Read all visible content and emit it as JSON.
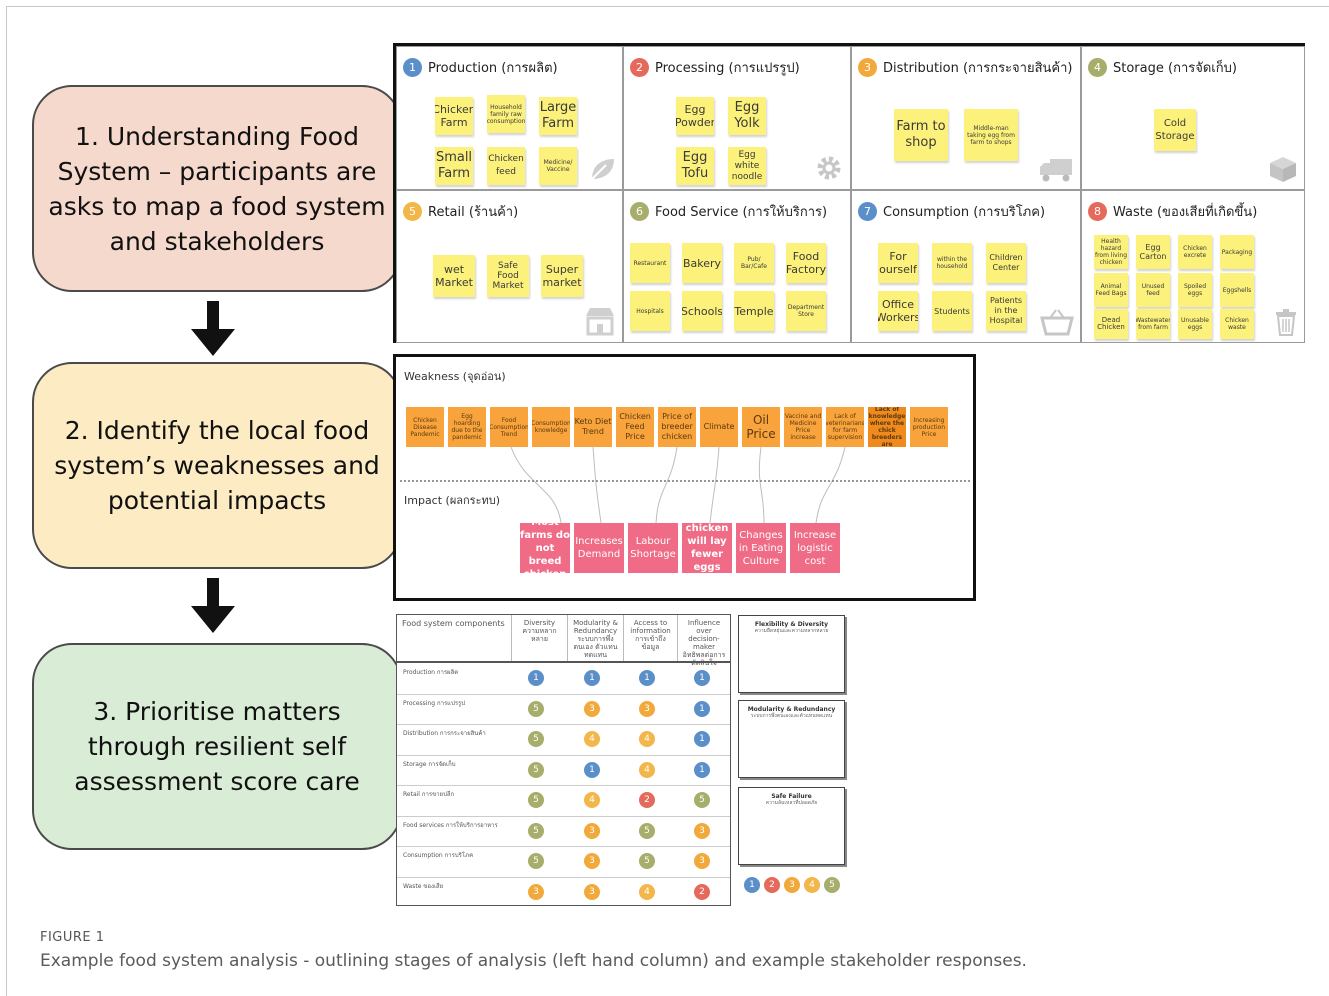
{
  "steps": [
    {
      "text": "1.   Understanding Food System – participants are asks to map a food system and stakeholders"
    },
    {
      "text": "2. Identify the local food system’s weaknesses and potential impacts"
    },
    {
      "text": "3. Prioritise matters through resilient self assessment score care"
    }
  ],
  "grid_cells": [
    {
      "title": "Production (การผลิต)",
      "num": "1",
      "color": "#5b8fc9",
      "icon": "leaf-icon",
      "notes": [
        "Chicken Farm",
        "Household family raw consumption",
        "Large Farm",
        "Small Farm",
        "Chicken feed",
        "Medicine/ Vaccine"
      ]
    },
    {
      "title": "Processing (การแปรรูป)",
      "num": "2",
      "color": "#e46a5c",
      "icon": "gear-icon",
      "notes": [
        "Egg Powder",
        "Egg Yolk",
        "Egg Tofu",
        "Egg white noodle"
      ]
    },
    {
      "title": "Distribution (การกระจายสินค้า)",
      "num": "3",
      "color": "#f2a93b",
      "icon": "truck-icon",
      "notes": [
        "Farm to shop",
        "Middle-man taking egg from farm to shops"
      ]
    },
    {
      "title": "Storage (การจัดเก็บ)",
      "num": "4",
      "color": "#a7ad6a",
      "icon": "box-icon",
      "notes": [
        "Cold Storage"
      ]
    },
    {
      "title": "Retail (ร้านค้า)",
      "num": "5",
      "color": "#f2b64a",
      "icon": "store-icon",
      "notes": [
        "wet Market",
        "Safe Food Market",
        "Super market"
      ]
    },
    {
      "title": "Food Service (การให้บริการ)",
      "num": "6",
      "color": "#a7ad6a",
      "icon": "fork-icon",
      "notes": [
        "Restaurant",
        "Bakery",
        "Pub/ Bar/Cafe",
        "Food Factory",
        "Hospitals",
        "Schools",
        "Temple",
        "Department Store"
      ]
    },
    {
      "title": "Consumption (การบริโภค)",
      "num": "7",
      "color": "#5b8fc9",
      "icon": "basket-icon",
      "notes": [
        "For ourself",
        "within the household",
        "Children Center",
        "Office Workers",
        "Students",
        "Patients in the Hospital"
      ]
    },
    {
      "title": "Waste (ของเสียที่เกิดขึ้น)",
      "num": "8",
      "color": "#e46a5c",
      "icon": "trash-icon",
      "notes": [
        "Health hazard from living chicken",
        "Egg Carton",
        "Chicken excrete",
        "Packaging",
        "Animal Feed Bags",
        "Unused feed",
        "Spoiled eggs",
        "Eggshells",
        "Dead Chicken",
        "Wastewater from farm",
        "Unusable eggs",
        "Chicken waste"
      ]
    }
  ],
  "weakness": {
    "title": "Weakness (จุดอ่อน)",
    "notes": [
      "Chicken Disease Pandemic",
      "Egg hoarding due to the pandemic",
      "Food Consumption Trend",
      "Consumption knowledge",
      "Keto Diet Trend",
      "Chicken Feed Price",
      "Price of breeder chicken",
      "Climate",
      "Oil Price",
      "Vaccine and Medicine Price increase",
      "Lack of veterinarians for farm supervision",
      "Lack of knowledge where the chick breeders are",
      "Increasing production Price"
    ]
  },
  "impact": {
    "title": "Impact (ผลกระทบ)",
    "notes": [
      "Most farms do not breed chicken",
      "Increases Demand",
      "Labour Shortage",
      "chicken will lay fewer eggs",
      "Changes in Eating Culture",
      "Increase logistic cost"
    ]
  },
  "table": {
    "header": [
      "Food system components",
      "Diversity ความหลากหลาย",
      "Modularity & Redundancy ระบบการพึ่งตนเอง ตัวแทนทดแทน",
      "Access to information การเข้าถึงข้อมูล",
      "Influence over decision-maker อิทธิพลต่อการตัดสินใจ"
    ],
    "rows": [
      {
        "label": "Production การผลิต",
        "scores": [
          1,
          1,
          1,
          1
        ]
      },
      {
        "label": "Processing การแปรรูป",
        "scores": [
          5,
          3,
          3,
          1
        ]
      },
      {
        "label": "Distribution การกระจายสินค้า",
        "scores": [
          5,
          4,
          4,
          1
        ]
      },
      {
        "label": "Storage การจัดเก็บ",
        "scores": [
          5,
          1,
          4,
          1
        ]
      },
      {
        "label": "Retail การขายปลีก",
        "scores": [
          5,
          4,
          2,
          5
        ]
      },
      {
        "label": "Food services การให้บริการอาหาร",
        "scores": [
          5,
          3,
          5,
          3
        ]
      },
      {
        "label": "Consumption การบริโภค",
        "scores": [
          5,
          3,
          5,
          3
        ]
      },
      {
        "label": "Waste ของเสีย",
        "scores": [
          3,
          3,
          4,
          2
        ]
      }
    ],
    "score_colors": {
      "1": "#5b8fc9",
      "2": "#e46a5c",
      "3": "#f2a93b",
      "4": "#f2b64a",
      "5": "#a7ad6a"
    }
  },
  "cards": [
    {
      "title": "Flexibility & Diversity",
      "subtitle": "ความยืดหยุ่นและความหลากหลาย"
    },
    {
      "title": "Modularity & Redundancy",
      "subtitle": "ระบบการพึ่งตนเองและตัวแทนทดแทน"
    },
    {
      "title": "Safe Failure",
      "subtitle": "ความล้มเหลวที่ปลอดภัย"
    }
  ],
  "legend": [
    "1",
    "2",
    "3",
    "4",
    "5"
  ],
  "caption": {
    "label": "FIGURE 1",
    "text": "Example food system analysis - outlining stages of analysis (left hand column) and example stakeholder responses."
  }
}
